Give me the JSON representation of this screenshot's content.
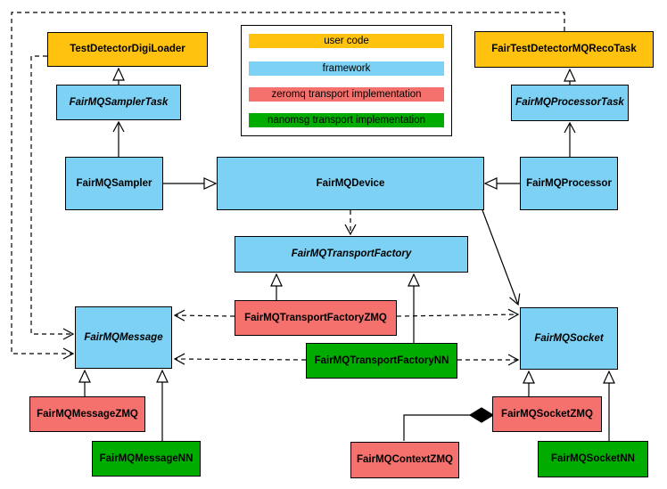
{
  "legend": {
    "items": [
      {
        "label": "user code",
        "color": "#FFC20E"
      },
      {
        "label": "framework",
        "color": "#7CD1F4"
      },
      {
        "label": "zeromq transport implementation",
        "color": "#F4716E"
      },
      {
        "label": "nanomsg transport implementation",
        "color": "#00AC00"
      }
    ]
  },
  "nodes": {
    "testDetectorDigiLoader": {
      "label": "TestDetectorDigiLoader",
      "category": "user code",
      "abstract": false
    },
    "fairTestDetectorMQRecoTask": {
      "label": "FairTestDetectorMQRecoTask",
      "category": "user code",
      "abstract": false
    },
    "fairMQSamplerTask": {
      "label": "FairMQSamplerTask",
      "category": "framework",
      "abstract": true
    },
    "fairMQProcessorTask": {
      "label": "FairMQProcessorTask",
      "category": "framework",
      "abstract": true
    },
    "fairMQSampler": {
      "label": "FairMQSampler",
      "category": "framework",
      "abstract": false
    },
    "fairMQDevice": {
      "label": "FairMQDevice",
      "category": "framework",
      "abstract": false
    },
    "fairMQProcessor": {
      "label": "FairMQProcessor",
      "category": "framework",
      "abstract": false
    },
    "fairMQTransportFactory": {
      "label": "FairMQTransportFactory",
      "category": "framework",
      "abstract": true
    },
    "fairMQMessage": {
      "label": "FairMQMessage",
      "category": "framework",
      "abstract": true
    },
    "fairMQSocket": {
      "label": "FairMQSocket",
      "category": "framework",
      "abstract": true
    },
    "fairMQTransportFactoryZMQ": {
      "label": "FairMQTransportFactoryZMQ",
      "category": "zeromq",
      "abstract": false
    },
    "fairMQTransportFactoryNN": {
      "label": "FairMQTransportFactoryNN",
      "category": "nanomsg",
      "abstract": false
    },
    "fairMQMessageZMQ": {
      "label": "FairMQMessageZMQ",
      "category": "zeromq",
      "abstract": false
    },
    "fairMQMessageNN": {
      "label": "FairMQMessageNN",
      "category": "nanomsg",
      "abstract": false
    },
    "fairMQSocketZMQ": {
      "label": "FairMQSocketZMQ",
      "category": "zeromq",
      "abstract": false
    },
    "fairMQContextZMQ": {
      "label": "FairMQContextZMQ",
      "category": "zeromq",
      "abstract": false
    },
    "fairMQSocketNN": {
      "label": "FairMQSocketNN",
      "category": "nanomsg",
      "abstract": false
    }
  },
  "edges": [
    {
      "from": "fairMQSamplerTask",
      "to": "testDetectorDigiLoader",
      "type": "inheritance",
      "line": "solid"
    },
    {
      "from": "fairMQProcessorTask",
      "to": "fairTestDetectorMQRecoTask",
      "type": "inheritance",
      "line": "solid"
    },
    {
      "from": "fairMQSampler",
      "to": "fairMQSamplerTask",
      "type": "arrow",
      "line": "solid"
    },
    {
      "from": "fairMQProcessor",
      "to": "fairMQProcessorTask",
      "type": "arrow",
      "line": "solid"
    },
    {
      "from": "fairMQSampler",
      "to": "fairMQDevice",
      "type": "inheritance",
      "line": "solid"
    },
    {
      "from": "fairMQProcessor",
      "to": "fairMQDevice",
      "type": "inheritance",
      "line": "solid"
    },
    {
      "from": "fairMQDevice",
      "to": "fairMQTransportFactory",
      "type": "dependency",
      "line": "dashed"
    },
    {
      "from": "fairMQDevice",
      "to": "fairMQSocket",
      "type": "arrow",
      "line": "solid"
    },
    {
      "from": "fairMQTransportFactoryZMQ",
      "to": "fairMQTransportFactory",
      "type": "inheritance",
      "line": "solid"
    },
    {
      "from": "fairMQTransportFactoryNN",
      "to": "fairMQTransportFactory",
      "type": "inheritance",
      "line": "solid"
    },
    {
      "from": "fairMQTransportFactoryZMQ",
      "to": "fairMQMessage",
      "type": "dependency",
      "line": "dashed"
    },
    {
      "from": "fairMQTransportFactoryZMQ",
      "to": "fairMQSocket",
      "type": "dependency",
      "line": "dashed"
    },
    {
      "from": "fairMQTransportFactoryNN",
      "to": "fairMQMessage",
      "type": "dependency",
      "line": "dashed"
    },
    {
      "from": "fairMQTransportFactoryNN",
      "to": "fairMQSocket",
      "type": "dependency",
      "line": "dashed"
    },
    {
      "from": "testDetectorDigiLoader",
      "to": "fairMQMessage",
      "type": "dependency",
      "line": "dashed"
    },
    {
      "from": "fairTestDetectorMQRecoTask",
      "to": "fairMQMessage",
      "type": "dependency",
      "line": "dashed"
    },
    {
      "from": "fairMQMessageZMQ",
      "to": "fairMQMessage",
      "type": "inheritance",
      "line": "solid"
    },
    {
      "from": "fairMQMessageNN",
      "to": "fairMQMessage",
      "type": "inheritance",
      "line": "solid"
    },
    {
      "from": "fairMQSocketZMQ",
      "to": "fairMQSocket",
      "type": "inheritance",
      "line": "solid"
    },
    {
      "from": "fairMQSocketNN",
      "to": "fairMQSocket",
      "type": "inheritance",
      "line": "solid"
    },
    {
      "from": "fairMQContextZMQ",
      "to": "fairMQSocketZMQ",
      "type": "aggregation",
      "line": "solid"
    }
  ]
}
